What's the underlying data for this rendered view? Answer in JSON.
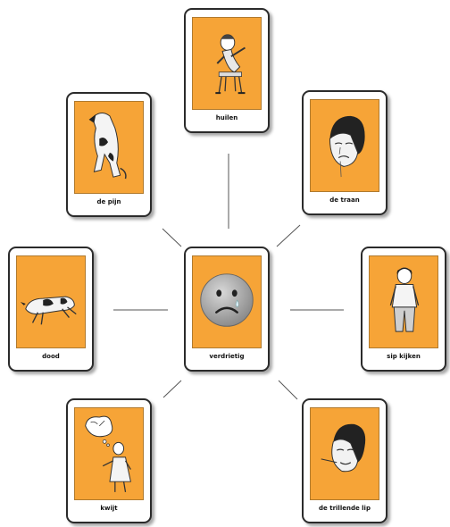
{
  "center_card": {
    "label": "verdrietig",
    "symbol": "sad-face"
  },
  "cards": [
    {
      "id": "huilen",
      "label": "huilen",
      "symbol": "crying-girl"
    },
    {
      "id": "de-pijn",
      "label": "de pijn",
      "symbol": "hurt-dog"
    },
    {
      "id": "de-traan",
      "label": "de traan",
      "symbol": "tear-face"
    },
    {
      "id": "dood",
      "label": "dood",
      "symbol": "dead-cow"
    },
    {
      "id": "sip-kijken",
      "label": "sip kijken",
      "symbol": "sulking-boy"
    },
    {
      "id": "kwijt",
      "label": "kwijt",
      "symbol": "lost-girl"
    },
    {
      "id": "de-trillende-lip",
      "label": "de trillende lip",
      "symbol": "trembling-lip-face"
    }
  ],
  "colors": {
    "card_fill": "#f6a437",
    "card_border": "#2b2b2b",
    "connector": "#555555"
  }
}
